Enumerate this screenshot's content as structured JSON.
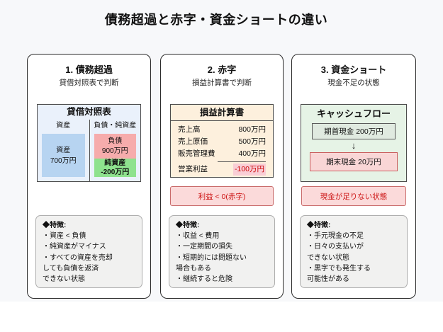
{
  "page": {
    "title": "債務超過と赤字・資金ショートの違い"
  },
  "colors": {
    "background": "#f7f8fa",
    "panel_border": "#2b2b2b",
    "asset_blue": "#b7d4f1",
    "liability_pink": "#f6acac",
    "equity_green": "#8ee28e",
    "pl_cream": "#fdf0dd",
    "cashflow_green": "#e6f3e6",
    "alert_red_text": "#cc1111",
    "alert_pink_bg": "#fbdada"
  },
  "panels": [
    {
      "title": "1. 債務超過",
      "subtitle": "貸借対照表で判断",
      "balance_sheet": {
        "title": "貸借対照表",
        "left_header": "資産",
        "right_header": "負債・純資産",
        "asset_label": "資産",
        "asset_value": "700万円",
        "liability_label": "負債",
        "liability_value": "900万円",
        "equity_label": "純資産",
        "equity_value": "-200万円"
      },
      "features": {
        "title": "◆特徴:",
        "lines": [
          "・資産 < 負債",
          "・純資産がマイナス",
          "・すべての資産を売却",
          "しても負債を返済",
          "できない状態"
        ]
      }
    },
    {
      "title": "2. 赤字",
      "subtitle": "損益計算書で判断",
      "income_statement": {
        "title": "損益計算書",
        "rows": [
          {
            "label": "売上高",
            "value": "800万円"
          },
          {
            "label": "売上原価",
            "value": "500万円"
          },
          {
            "label": "販売管理費",
            "value": "400万円"
          }
        ],
        "result_label": "営業利益",
        "result_value": "-100万円"
      },
      "callout": "利益 < 0(赤字)",
      "features": {
        "title": "◆特徴:",
        "lines": [
          "・収益 < 費用",
          "・一定期間の損失",
          "・短期的には問題ない",
          "場合もある",
          "・継続すると危険"
        ]
      }
    },
    {
      "title": "3. 資金ショート",
      "subtitle": "現金不足の状態",
      "cash_flow": {
        "title": "キャッシュフロー",
        "start_label": "期首現金 200万円",
        "arrow": "↓",
        "end_label": "期末現金 20万円"
      },
      "callout": "現金が足りない状態",
      "features": {
        "title": "◆特徴:",
        "lines": [
          "・手元現金の不足",
          "・日々の支払いが",
          "できない状態",
          "・黒字でも発生する",
          "可能性がある"
        ]
      }
    }
  ]
}
